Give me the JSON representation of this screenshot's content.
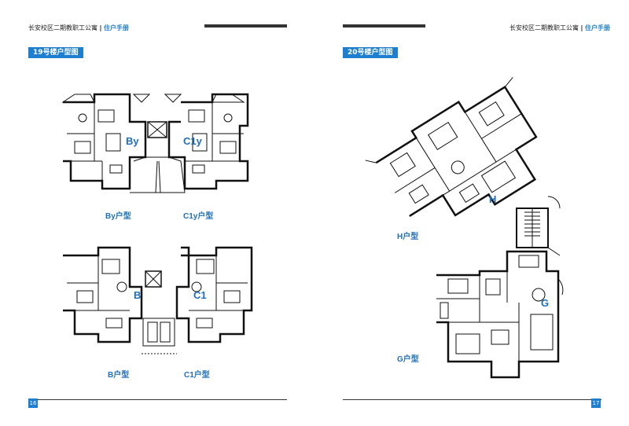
{
  "header": {
    "title": "长安校区二期教职工公寓",
    "separator": "|",
    "subtitle": "住户手册"
  },
  "left_page": {
    "section_title": "19号楼户型图",
    "page_number": "16",
    "plans": [
      {
        "labels": [
          "By",
          "C1y"
        ],
        "captions": [
          "By户型",
          "C1y户型"
        ]
      },
      {
        "labels": [
          "B",
          "C1"
        ],
        "captions": [
          "B户型",
          "C1户型"
        ]
      }
    ]
  },
  "right_page": {
    "section_title": "20号楼户型图",
    "page_number": "17",
    "plans": [
      {
        "label": "H",
        "caption": "H户型"
      },
      {
        "label": "G",
        "caption": "G户型"
      }
    ]
  },
  "colors": {
    "accent": "#1e7fd0",
    "label_blue": "#1e6fb8",
    "wall": "#111111",
    "bar": "#333333"
  }
}
